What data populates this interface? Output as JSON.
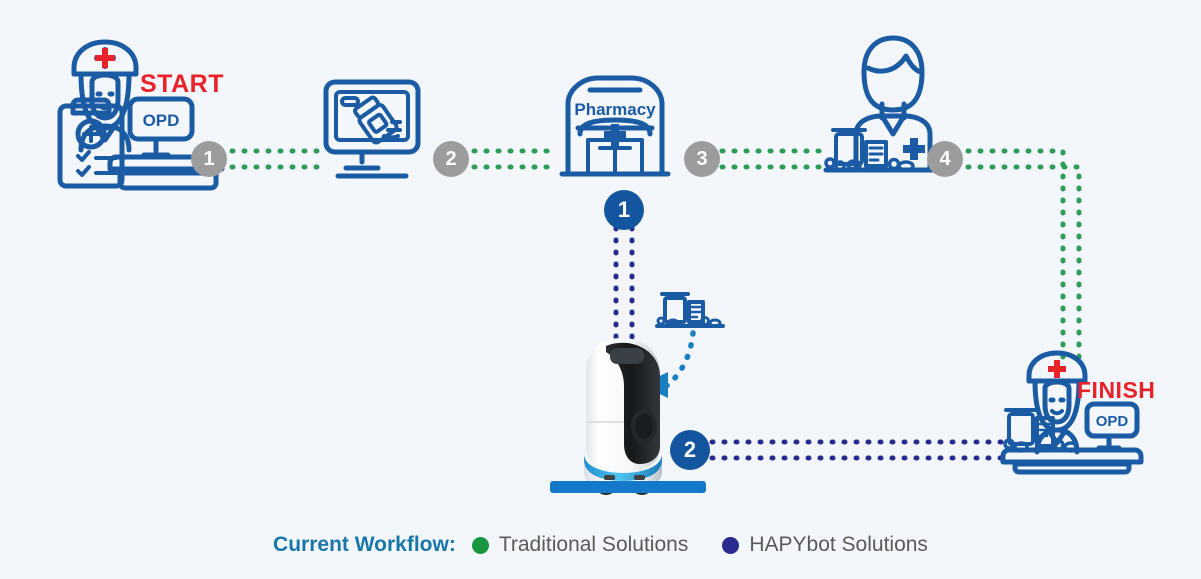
{
  "page": {
    "background_color": "#f3f7fb",
    "title": "Pharmacy Delivery Workflow Diagram"
  },
  "colors": {
    "brand_blue": "#1a5ba4",
    "badge_blue": "#14559f",
    "badge_gray": "#9c9c9c",
    "traditional_green": "#1a9641",
    "hapybot_navy": "#2b2b8f",
    "accent_red": "#e8232a",
    "legend_title": "#1877a8",
    "robot_ring": "#29a8e0",
    "platform_blue": "#1479c9"
  },
  "labels": {
    "start": "START",
    "finish": "FINISH",
    "opd_monitor_1": "OPD",
    "opd_monitor_2": "OPD",
    "pharmacy_sign": "Pharmacy"
  },
  "steps": {
    "traditional": [
      {
        "number": "1",
        "after_node": "nurse-opd-start"
      },
      {
        "number": "2",
        "after_node": "prescription-monitor"
      },
      {
        "number": "3",
        "after_node": "pharmacy-building"
      },
      {
        "number": "4",
        "after_node": "pharmacist"
      }
    ],
    "hapybot": [
      {
        "number": "1",
        "after_node": "pharmacy-building"
      },
      {
        "number": "2",
        "after_node": "delivery-robot"
      }
    ]
  },
  "nodes": [
    {
      "id": "nurse-opd-start",
      "name": "nurse-at-opd-desk",
      "label": "START"
    },
    {
      "id": "prescription-monitor",
      "name": "prescription-on-monitor"
    },
    {
      "id": "pharmacy-building",
      "name": "pharmacy-storefront",
      "label": "Pharmacy"
    },
    {
      "id": "pharmacist",
      "name": "pharmacist-with-medicine"
    },
    {
      "id": "medicine-tray",
      "name": "medicine-bottle-and-prescription"
    },
    {
      "id": "delivery-robot",
      "name": "hapybot-delivery-robot"
    },
    {
      "id": "nurse-opd-finish",
      "name": "nurse-at-opd-desk-finish",
      "label": "FINISH"
    }
  ],
  "legend": {
    "title": "Current Workflow:",
    "items": [
      {
        "label": "Traditional Solutions",
        "color": "#1a9641"
      },
      {
        "label": "HAPYbot Solutions",
        "color": "#2b2b8f"
      }
    ]
  }
}
